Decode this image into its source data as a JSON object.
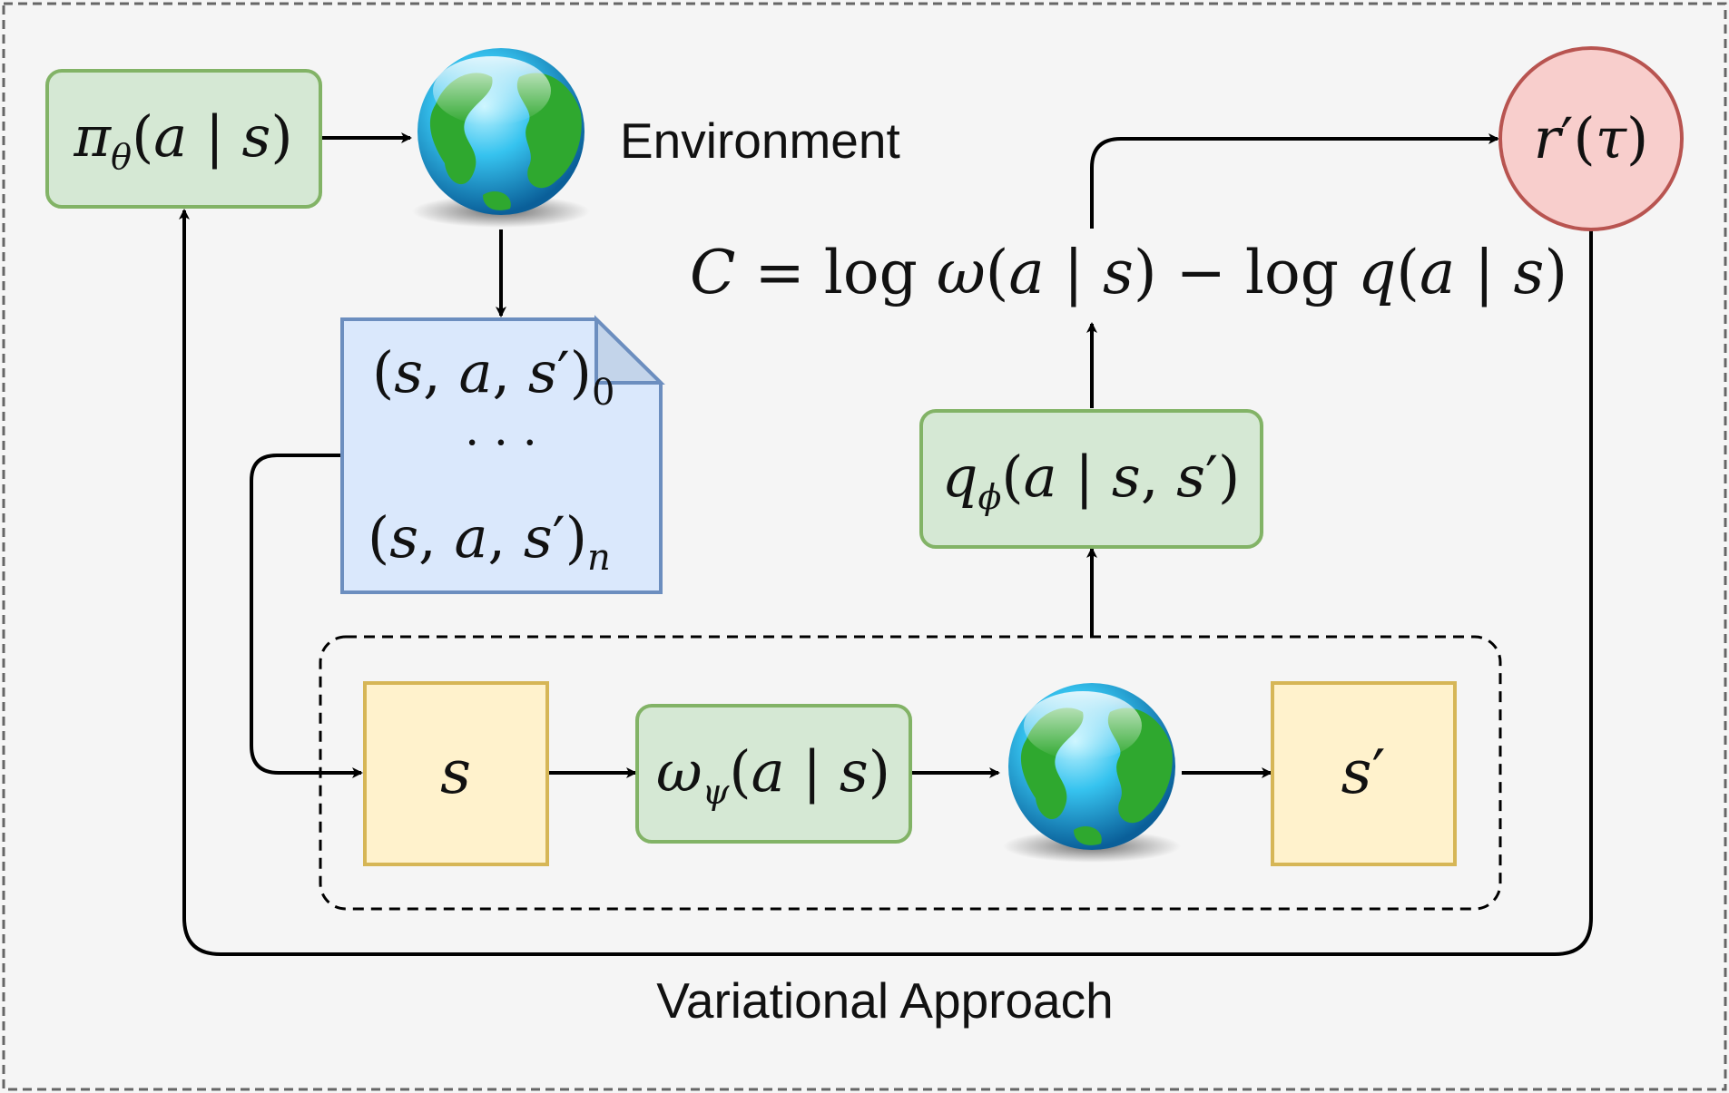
{
  "title_label": "Variational Approach",
  "environment_label": "Environment",
  "nodes": {
    "policy": "πθ(a | s)",
    "reward": "r′(τ)",
    "buffer_first": "(s, a, s′)0",
    "buffer_dots": "· · ·",
    "buffer_last": "(s, a, s′)n",
    "inverse_model": "qϕ(a | s, s′)",
    "objective": "C = log ω(a | s) − log q(a | s)",
    "state": "s",
    "forward_model": "ωψ(a | s)",
    "next_state": "s′"
  },
  "colors": {
    "green_fill": "#d5e8d4",
    "green_stroke": "#82b366",
    "blue_fill": "#dae8fc",
    "blue_stroke": "#6c8ebf",
    "yellow_fill": "#fff2cc",
    "yellow_stroke": "#d6b656",
    "red_fill": "#f8cecc",
    "red_stroke": "#b85450",
    "background": "#f5f5f5"
  },
  "icons": [
    "globe-icon",
    "globe-icon"
  ]
}
